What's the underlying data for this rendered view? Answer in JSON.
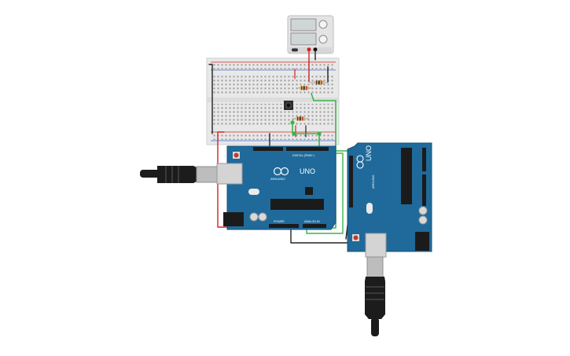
{
  "colors": {
    "board_blue": "#1f6a9a",
    "board_edge": "#17537a",
    "breadboard": "#e8e8e8",
    "wire_red": "#d22323",
    "wire_black": "#222222",
    "wire_green": "#3cb44b",
    "usb_black": "#1c1c1c",
    "usb_grey": "#c9c9c9"
  },
  "boards": [
    {
      "id": "left",
      "brand": "ARDUINO",
      "model": "UNO",
      "header_label": "DIGITAL (PWM~)",
      "power_label": "POWER",
      "analog_label": "ANALOG IN"
    },
    {
      "id": "right",
      "brand": "ARDUINO",
      "model": "UNO"
    }
  ],
  "icons": {
    "power_supply": "power-supply-icon",
    "usb_plug": "usb-plug-icon",
    "pushbutton": "pushbutton-icon",
    "resistor": "resistor-icon"
  }
}
